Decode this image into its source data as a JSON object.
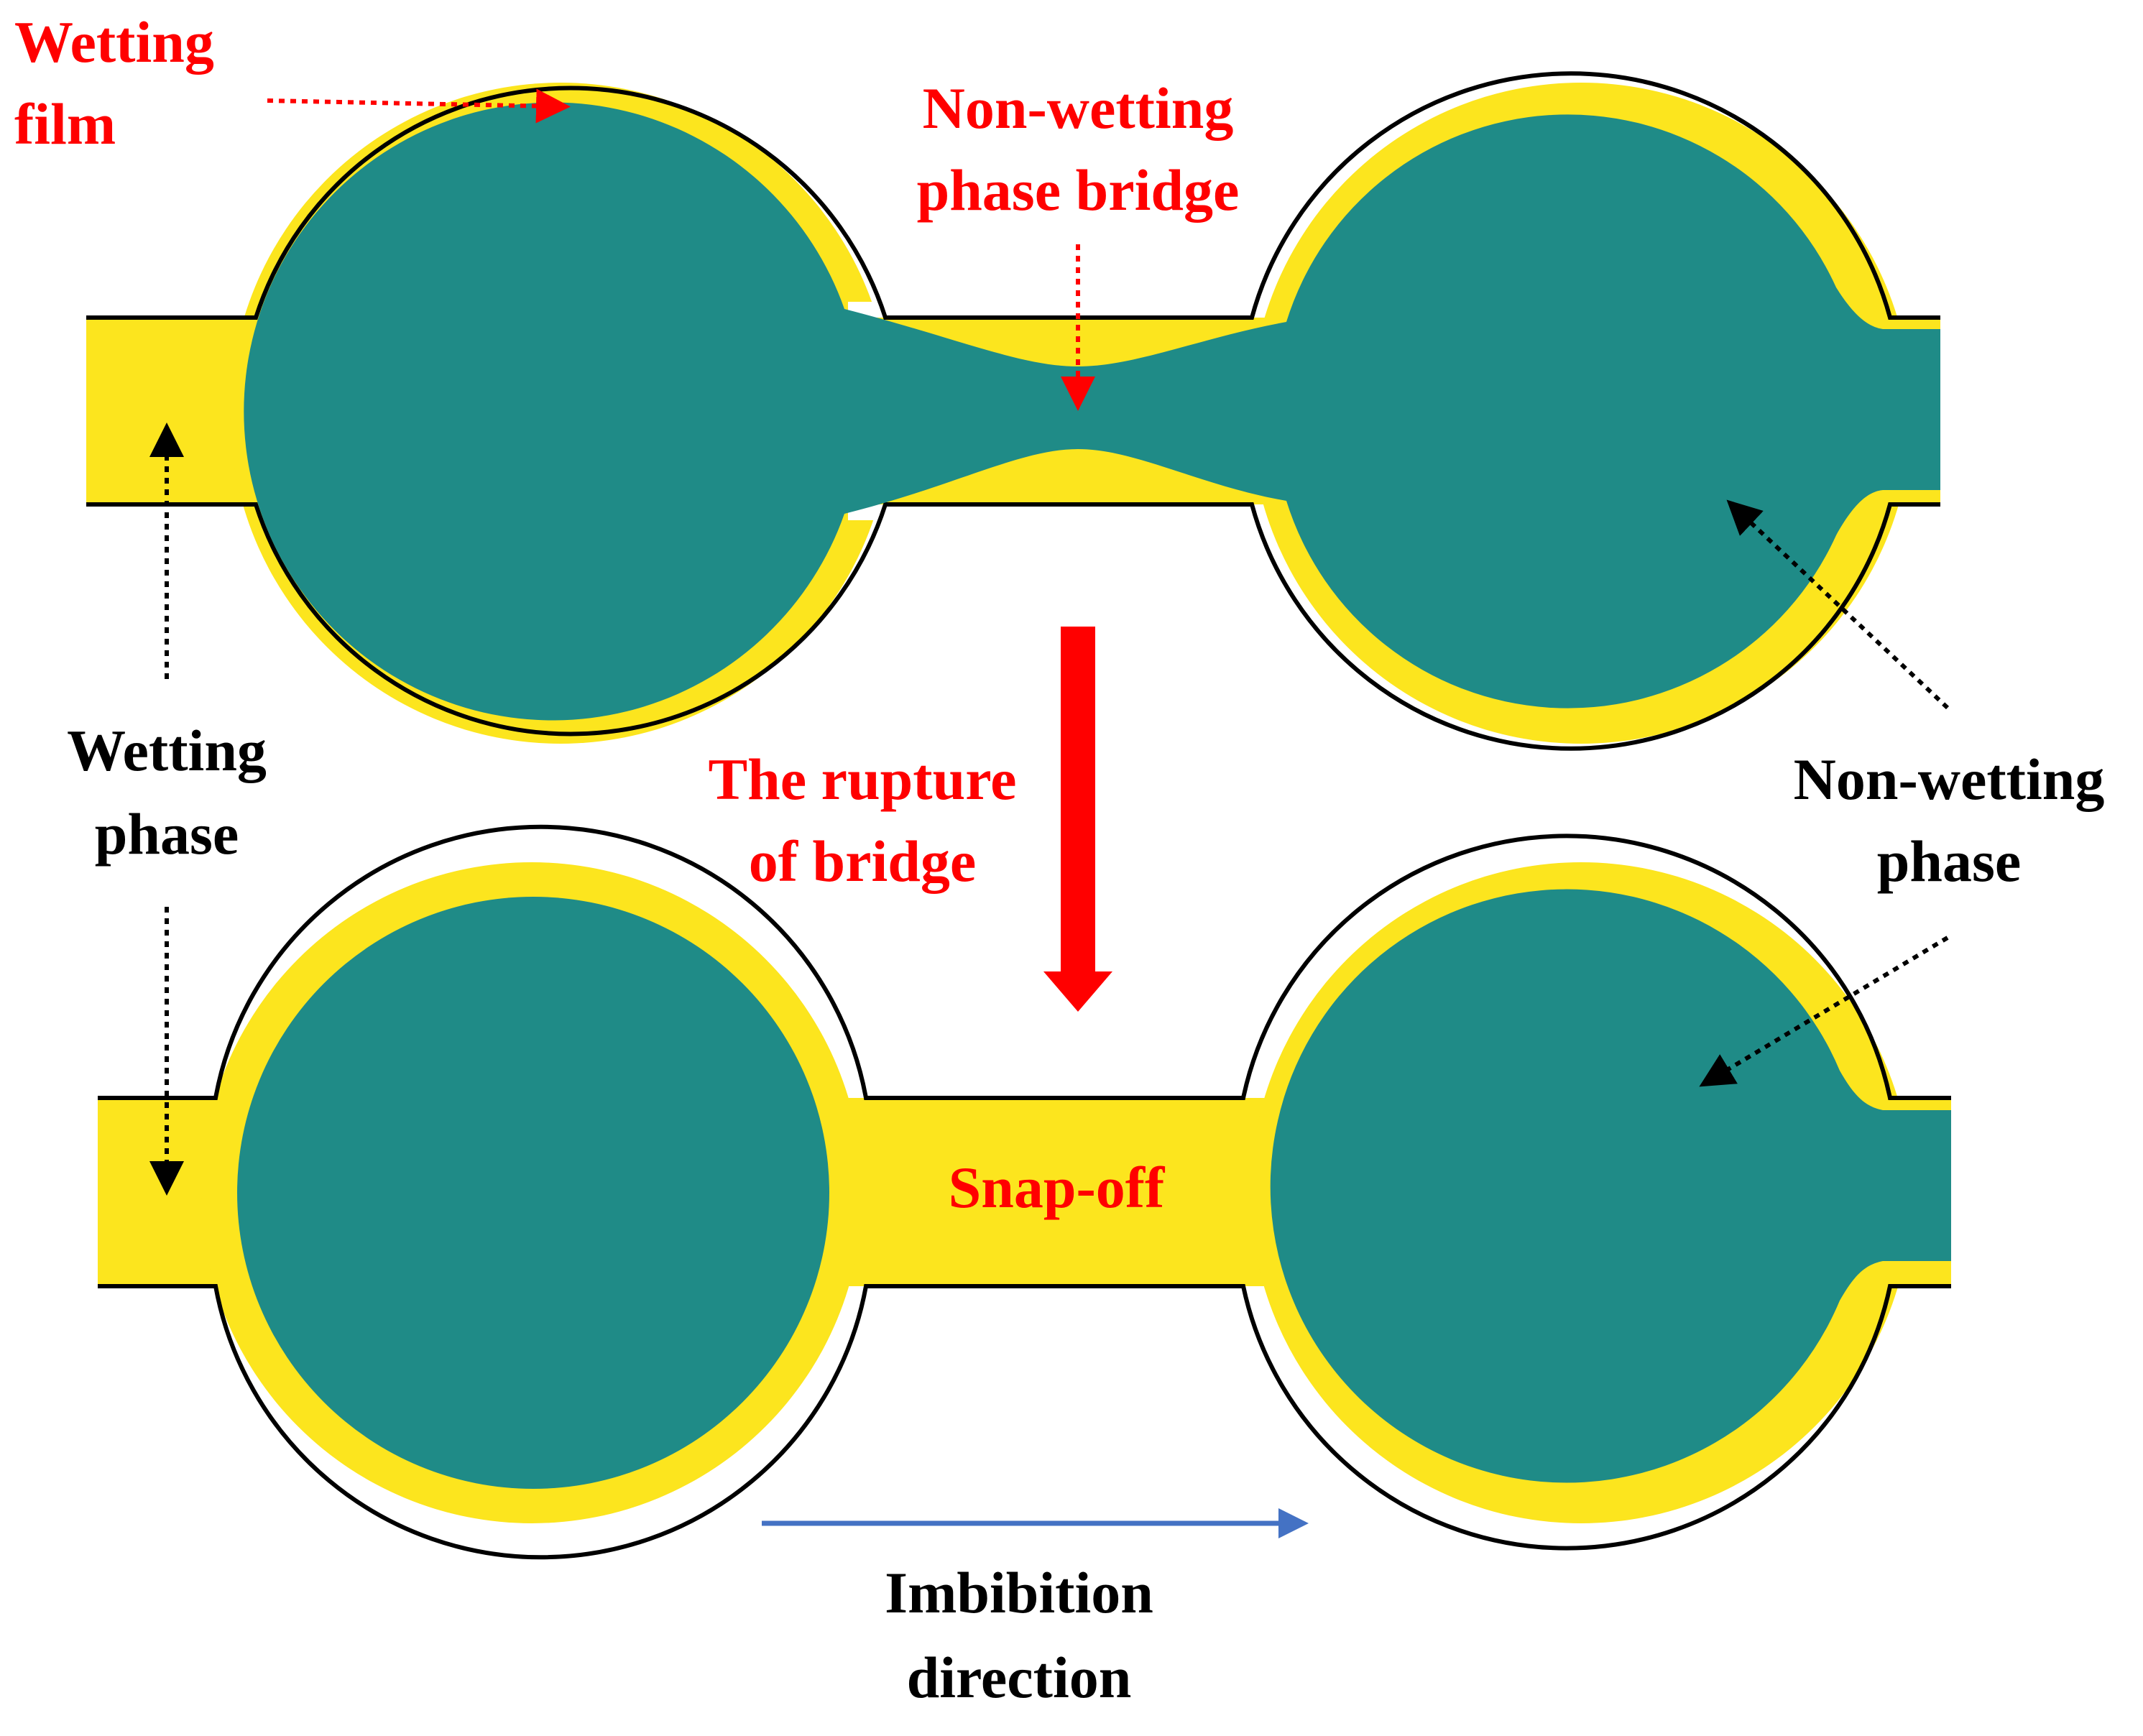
{
  "labels": {
    "wetting_film": [
      "Wetting",
      "film"
    ],
    "nonwetting_bridge": [
      "Non-wetting",
      "phase bridge"
    ],
    "wetting_phase": [
      "Wetting",
      "phase"
    ],
    "rupture": [
      "The rupture",
      "of bridge"
    ],
    "nonwetting_phase": [
      "Non-wetting",
      "phase"
    ],
    "snap_off": "Snap-off",
    "imbibition": [
      "Imbibition",
      "direction"
    ]
  },
  "colors": {
    "wetting_phase": "#FCE51E",
    "nonwetting_phase": "#1F8B87",
    "annotation_red": "#FF0000",
    "annotation_black": "#000000",
    "direction_blue": "#4472C4",
    "wall": "#000000"
  },
  "icons": {
    "rupture_arrow": "down-arrow-icon",
    "imbibition_arrow": "right-arrow-icon"
  }
}
